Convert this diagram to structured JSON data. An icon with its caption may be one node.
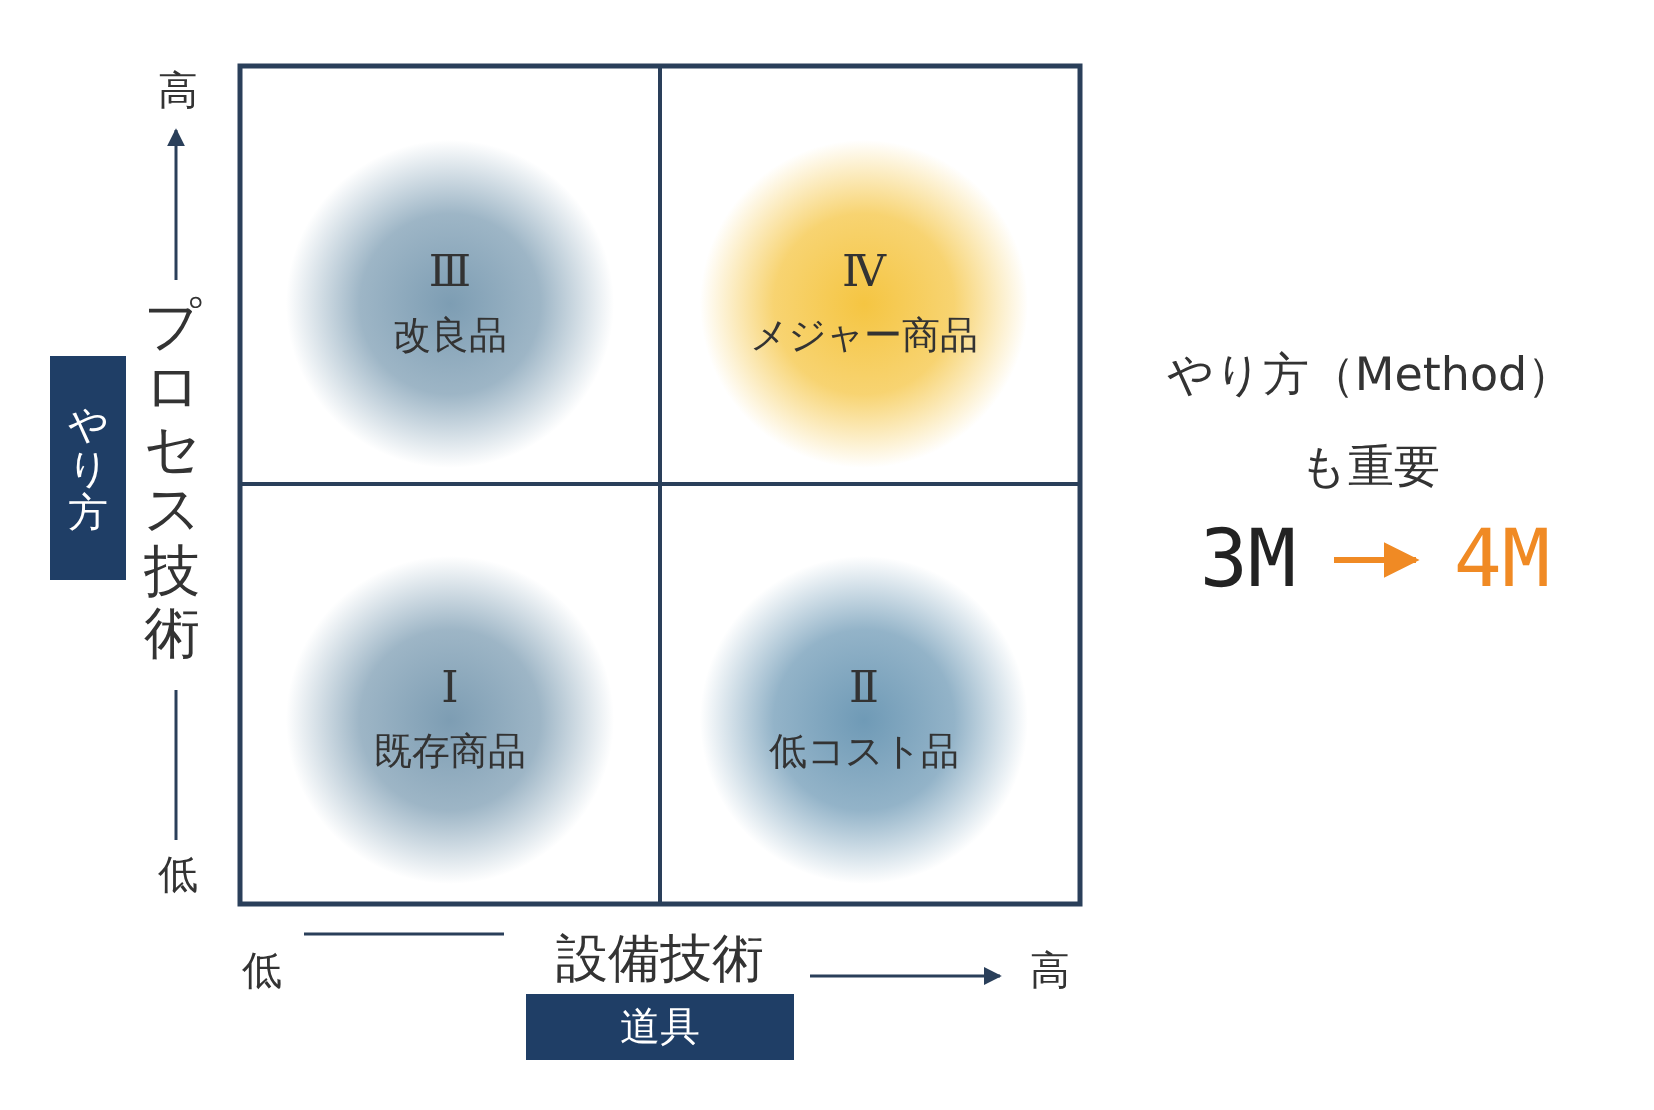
{
  "diagram": {
    "nodes": [
      {
        "text": [
          "Ⅲ",
          "改良品"
        ]
      },
      {
        "text": [
          "Ⅳ",
          "メジャー商品"
        ]
      },
      {
        "text": [
          "Ⅰ",
          "既存商品"
        ]
      },
      {
        "text": [
          "Ⅱ",
          "低コスト品"
        ]
      },
      {
        "text": [
          "やり方"
        ]
      },
      {
        "text": [
          "道具"
        ]
      },
      {
        "text": [
          "3M"
        ]
      },
      {
        "text": [
          "4M"
        ]
      }
    ],
    "edges": [
      {
        "from": 6,
        "to": 7,
        "arrow": "to",
        "color": "#f08a24"
      }
    ],
    "labels": [
      "高",
      "プロセス技術",
      "低",
      "低",
      "設備技術",
      "高",
      "やり方（Method）",
      "も重要"
    ]
  }
}
